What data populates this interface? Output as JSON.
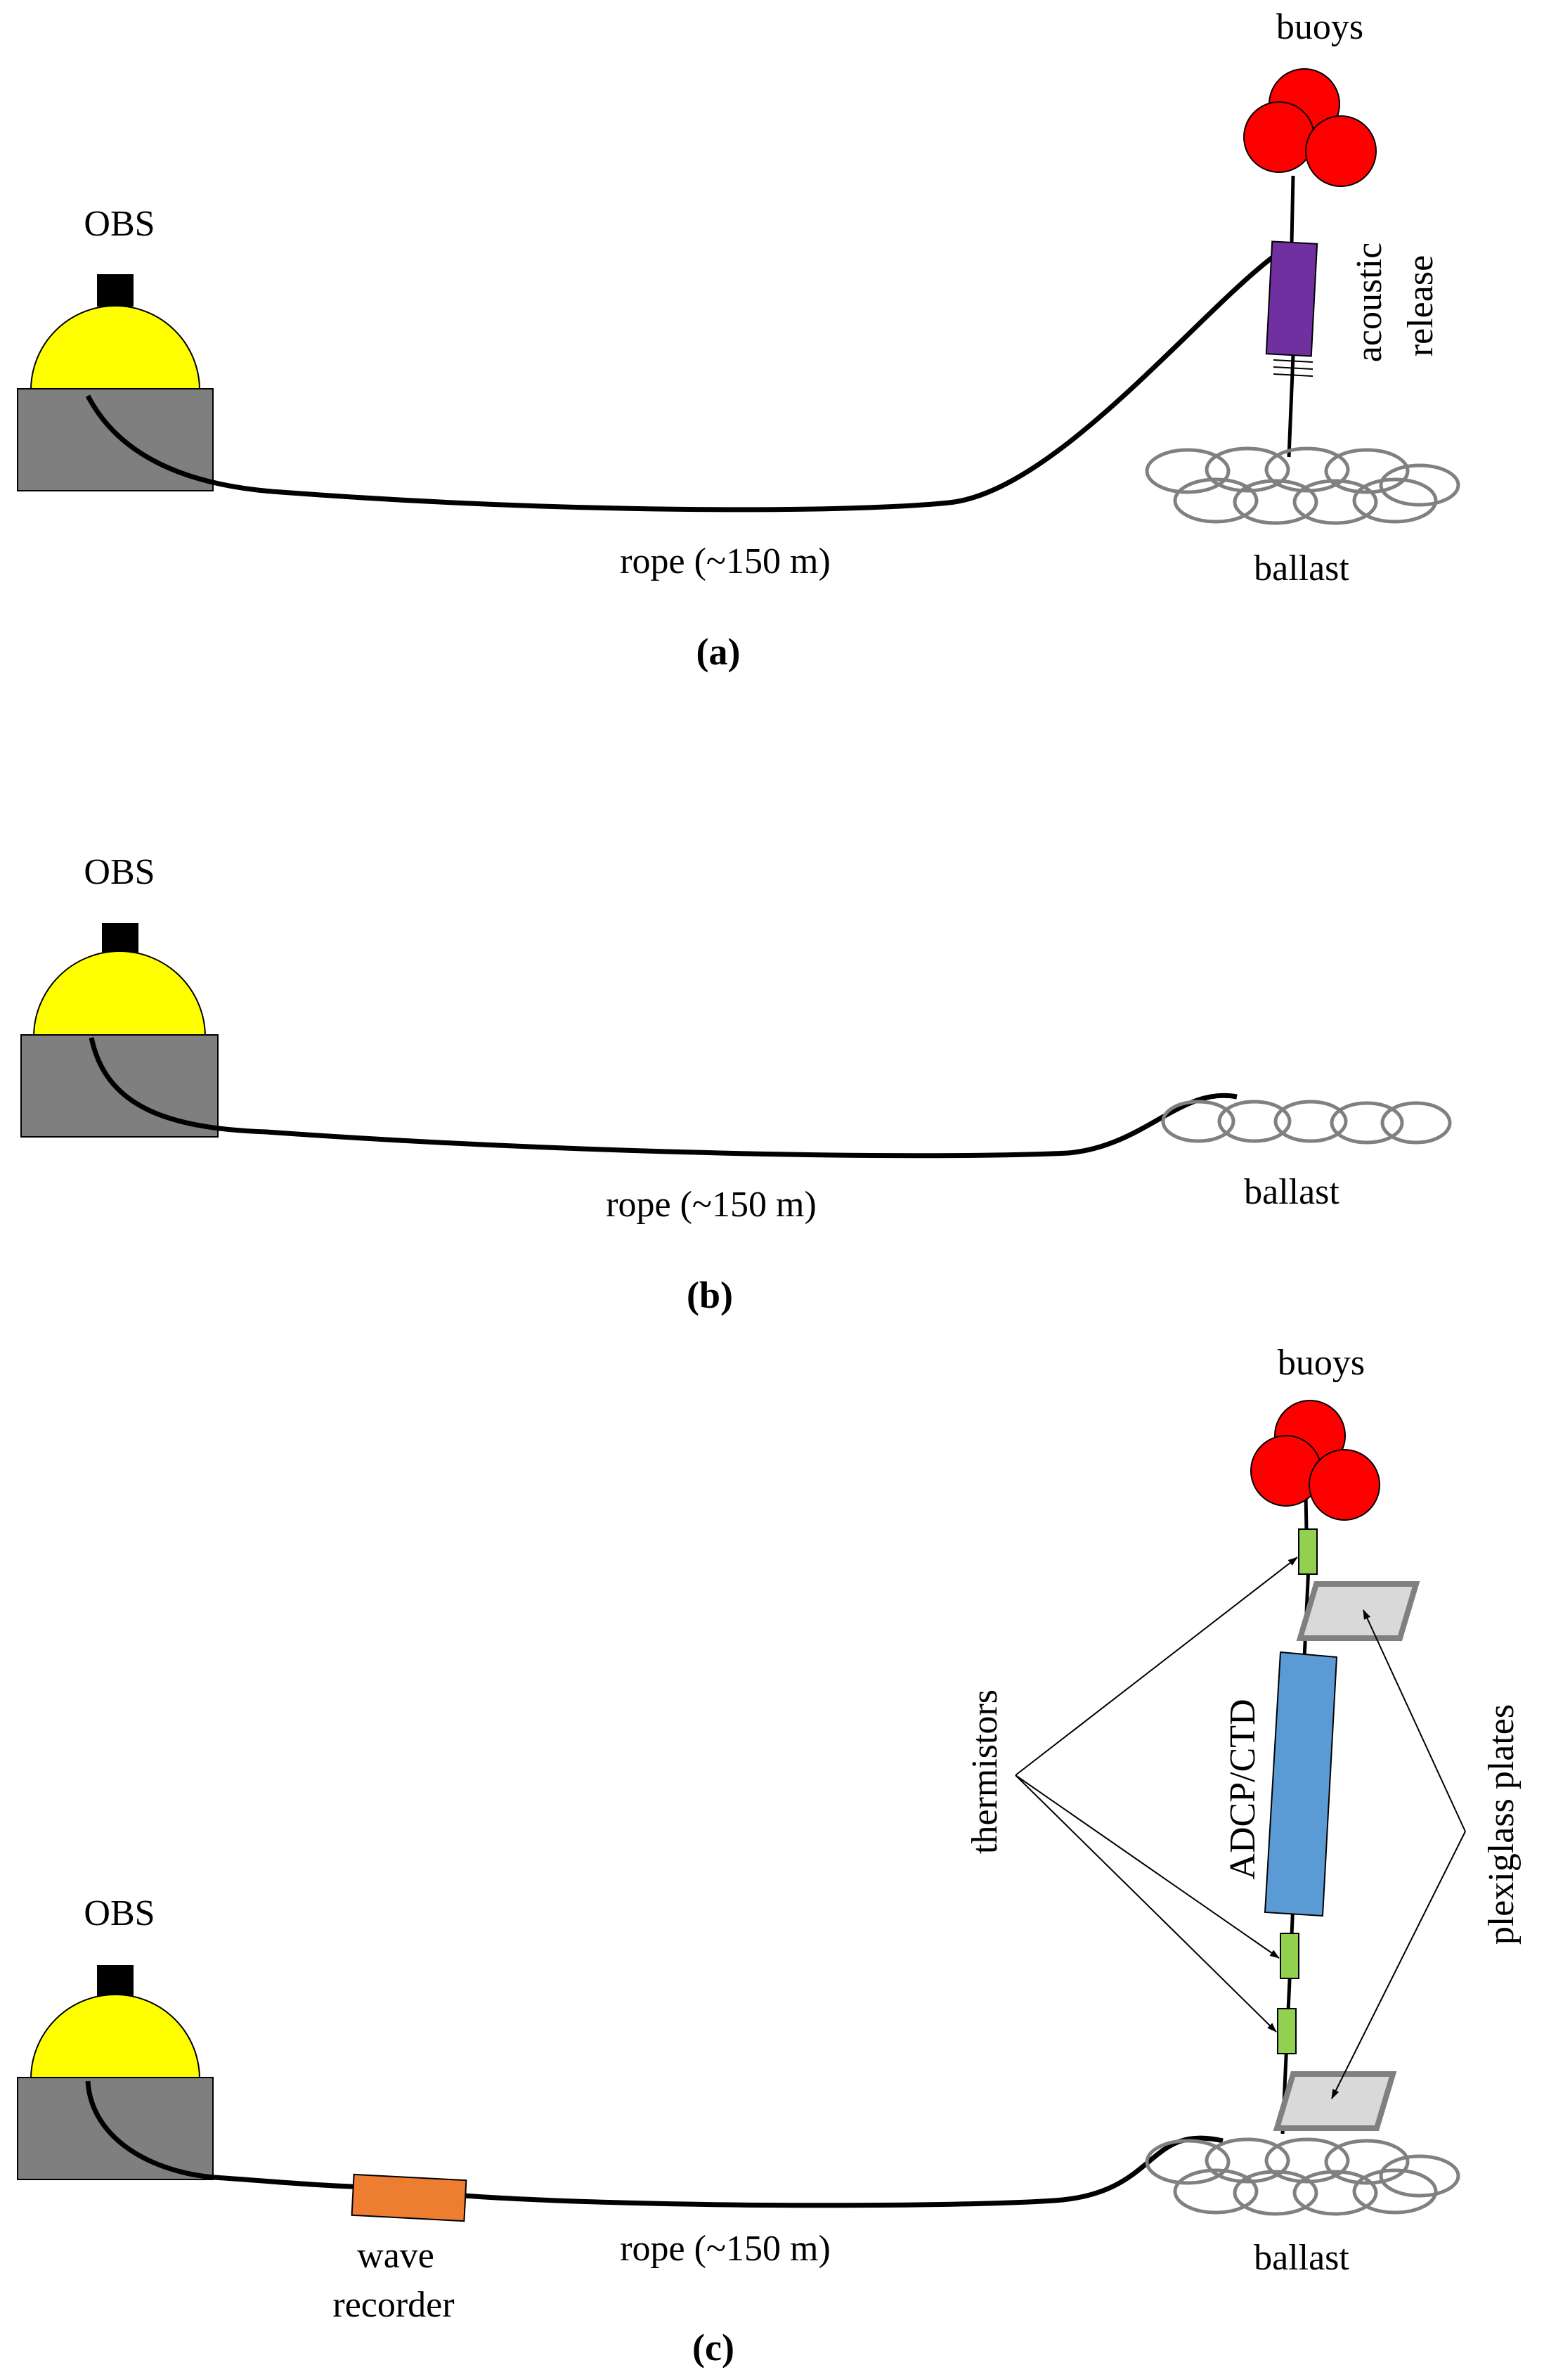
{
  "panels": {
    "a": {
      "caption": "(a)",
      "obs_label": "OBS",
      "rope_label": "rope (~150 m)",
      "buoys_label": "buoys",
      "release_label_line1": "acoustic",
      "release_label_line2": "release",
      "ballast_label": "ballast"
    },
    "b": {
      "caption": "(b)",
      "obs_label": "OBS",
      "rope_label": "rope (~150 m)",
      "ballast_label": "ballast"
    },
    "c": {
      "caption": "(c)",
      "obs_label": "OBS",
      "rope_label": "rope (~150 m)",
      "buoys_label": "buoys",
      "ballast_label": "ballast",
      "wave_recorder_line1": "wave",
      "wave_recorder_line2": "recorder",
      "thermistors_label": "thermistors",
      "adcp_label": "ADCP/CTD",
      "plexiglass_label": "plexiglass plates"
    }
  },
  "colors": {
    "obs_dome": "#ffff00",
    "obs_base": "#7f7f7f",
    "buoy": "#ff0000",
    "acoustic_release": "#7030a0",
    "ballast_ring": "#808080",
    "wave_recorder": "#ed7d31",
    "thermistor": "#92d050",
    "adcp_ctd": "#5b9bd5",
    "plexiglass": "#d9d9d9"
  }
}
